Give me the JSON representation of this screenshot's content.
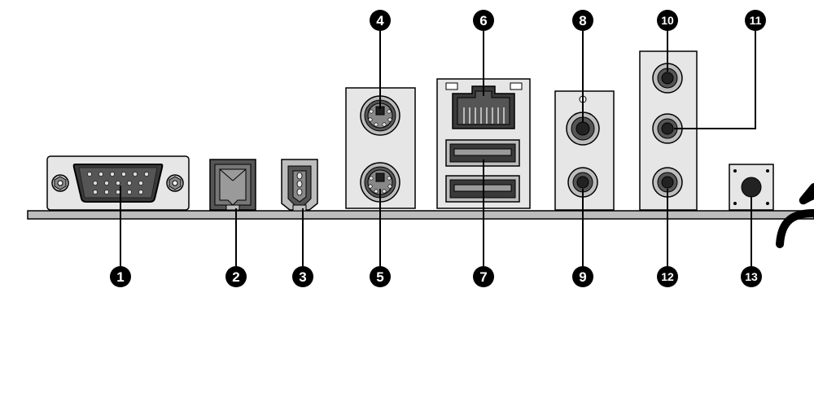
{
  "callouts": {
    "c1": "1",
    "c2": "2",
    "c3": "3",
    "c4": "4",
    "c5": "5",
    "c6": "6",
    "c7": "7",
    "c8": "8",
    "c9": "9",
    "c10": "10",
    "c11": "11",
    "c12": "12",
    "c13": "13"
  },
  "colors": {
    "outline": "#000000",
    "panel": "#e6e6e6",
    "port_gray": "#bdbdbd",
    "port_dark": "#3a3a3a",
    "callout_fill": "#000000"
  },
  "icons": [
    "vga-port-icon",
    "spdif-optical-icon",
    "firewire-port-icon",
    "ps2-port-icon",
    "rj45-port-icon",
    "usb-port-icon",
    "audio-jack-icon",
    "clear-cmos-button-icon"
  ]
}
